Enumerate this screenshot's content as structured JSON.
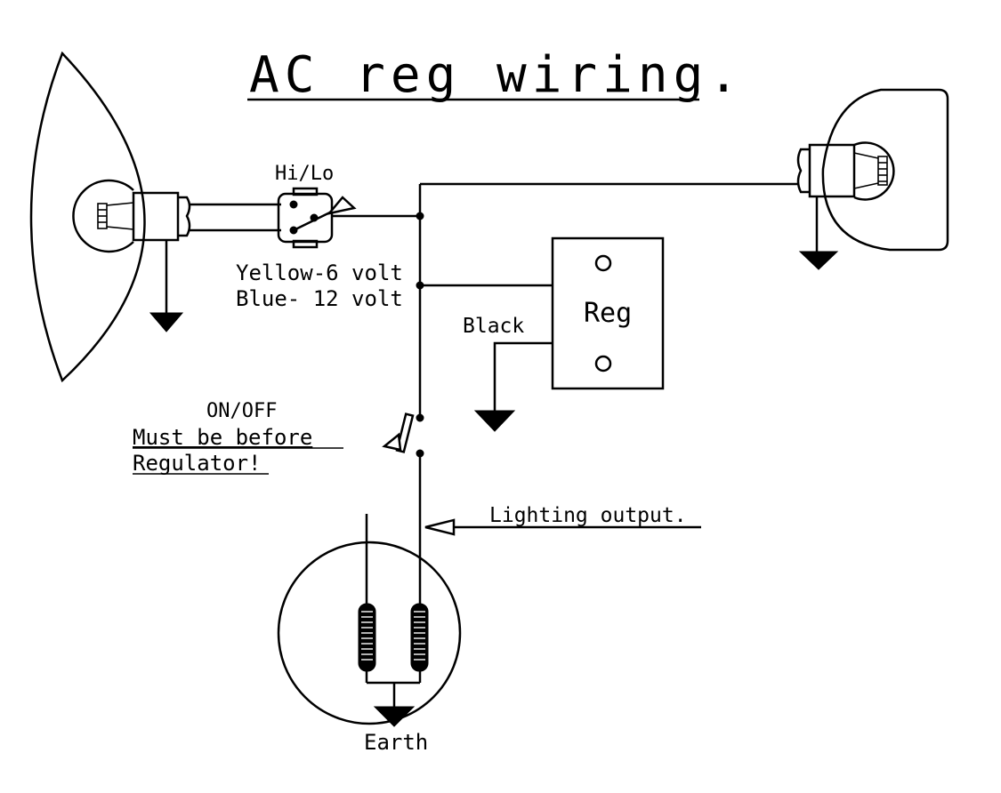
{
  "title": "AC reg wiring.",
  "labels": {
    "hilo": "Hi/Lo",
    "yellow": "Yellow-6 volt",
    "blue": "Blue- 12 volt",
    "reg": "Reg",
    "black": "Black",
    "onoff": "ON/OFF",
    "must1": "Must be before",
    "must2": "Regulator!",
    "lighting": "Lighting output.",
    "earth": "Earth"
  }
}
